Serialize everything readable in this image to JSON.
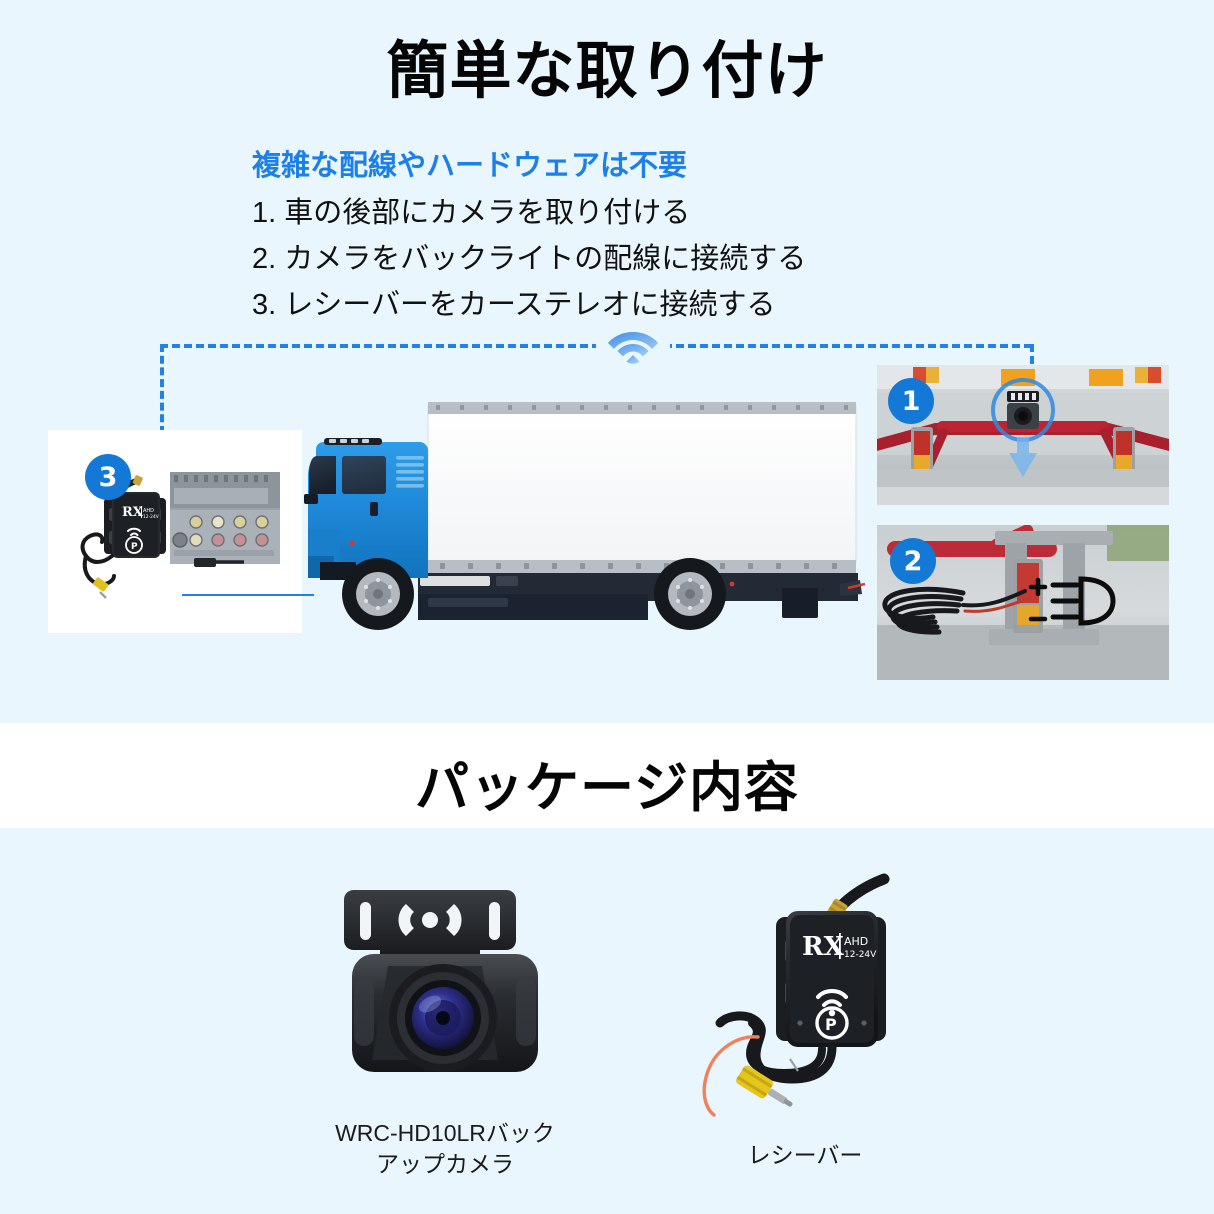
{
  "page": {
    "background_color": "#e9f6fd",
    "accent_blue": "#1d7fe8",
    "badge_blue": "#1479d6"
  },
  "install_section": {
    "title": "簡単な取り付け",
    "subtitle": "複雑な配線やハードウェアは不要",
    "steps": [
      "1. 車の後部にカメラを取り付ける",
      "2. カメラをバックライトの配線に接続する",
      "3. レシーバーをカーステレオに接続する"
    ],
    "wifi_icon": "wifi-icon",
    "badges": {
      "one": "1",
      "two": "2",
      "three": "3"
    },
    "panel1": {
      "name": "camera-mount-photo",
      "description": "truck rear camera mounted"
    },
    "panel2": {
      "name": "wiring-photo",
      "plus": "+",
      "minus": "−",
      "lamp_icon": "reverse-light-icon"
    },
    "panel3": {
      "name": "receiver-stereo-photo",
      "receiver_label": "RX",
      "receiver_sub_1": "AHD",
      "receiver_sub_2": "12-24V",
      "pair_icon": "P"
    },
    "vehicle": "truck-illustration"
  },
  "package_section": {
    "title": "パッケージ内容",
    "items": [
      {
        "name": "camera",
        "label": "WRC-HD10LRバック\nアップカメラ",
        "label_line1": "WRC-HD10LRバック",
        "label_line2": "アップカメラ"
      },
      {
        "name": "receiver",
        "label": "レシーバー",
        "brand": "RX",
        "spec_1": "AHD",
        "spec_2": "12-24V",
        "pair_icon": "P"
      }
    ]
  }
}
